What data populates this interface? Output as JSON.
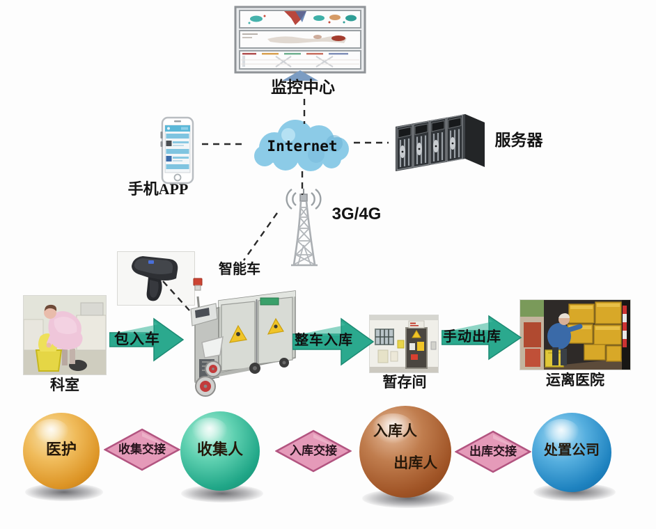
{
  "monitor": {
    "label": "监控中心"
  },
  "network": {
    "internet_label": "Internet",
    "phone_label": "手机APP",
    "server_label": "服务器",
    "tower_label": "3G/4G",
    "smart_cart_label": "智能车"
  },
  "flow": {
    "stations": [
      {
        "label": "科室"
      },
      {
        "label": "暂存间"
      },
      {
        "label": "运离医院"
      }
    ],
    "arrows": [
      {
        "label": "包入车"
      },
      {
        "label": "整车入库"
      },
      {
        "label": "手动出库"
      }
    ]
  },
  "handover": {
    "nodes": [
      {
        "label": "医护",
        "color": "#e8a93c"
      },
      {
        "label": "收集人",
        "color": "#2eb091"
      },
      {
        "label": "入库人",
        "label2": "出库人",
        "color": "#a3592e"
      },
      {
        "label": "处置公司",
        "color": "#2288c4"
      }
    ],
    "links": [
      {
        "label": "收集交接"
      },
      {
        "label": "入库交接"
      },
      {
        "label": "出库交接"
      }
    ],
    "link_color": "#e094b6"
  },
  "colors": {
    "arrow": "#2aa58b",
    "cloud": "#8ecde8",
    "dash": "#2a2a2a"
  }
}
